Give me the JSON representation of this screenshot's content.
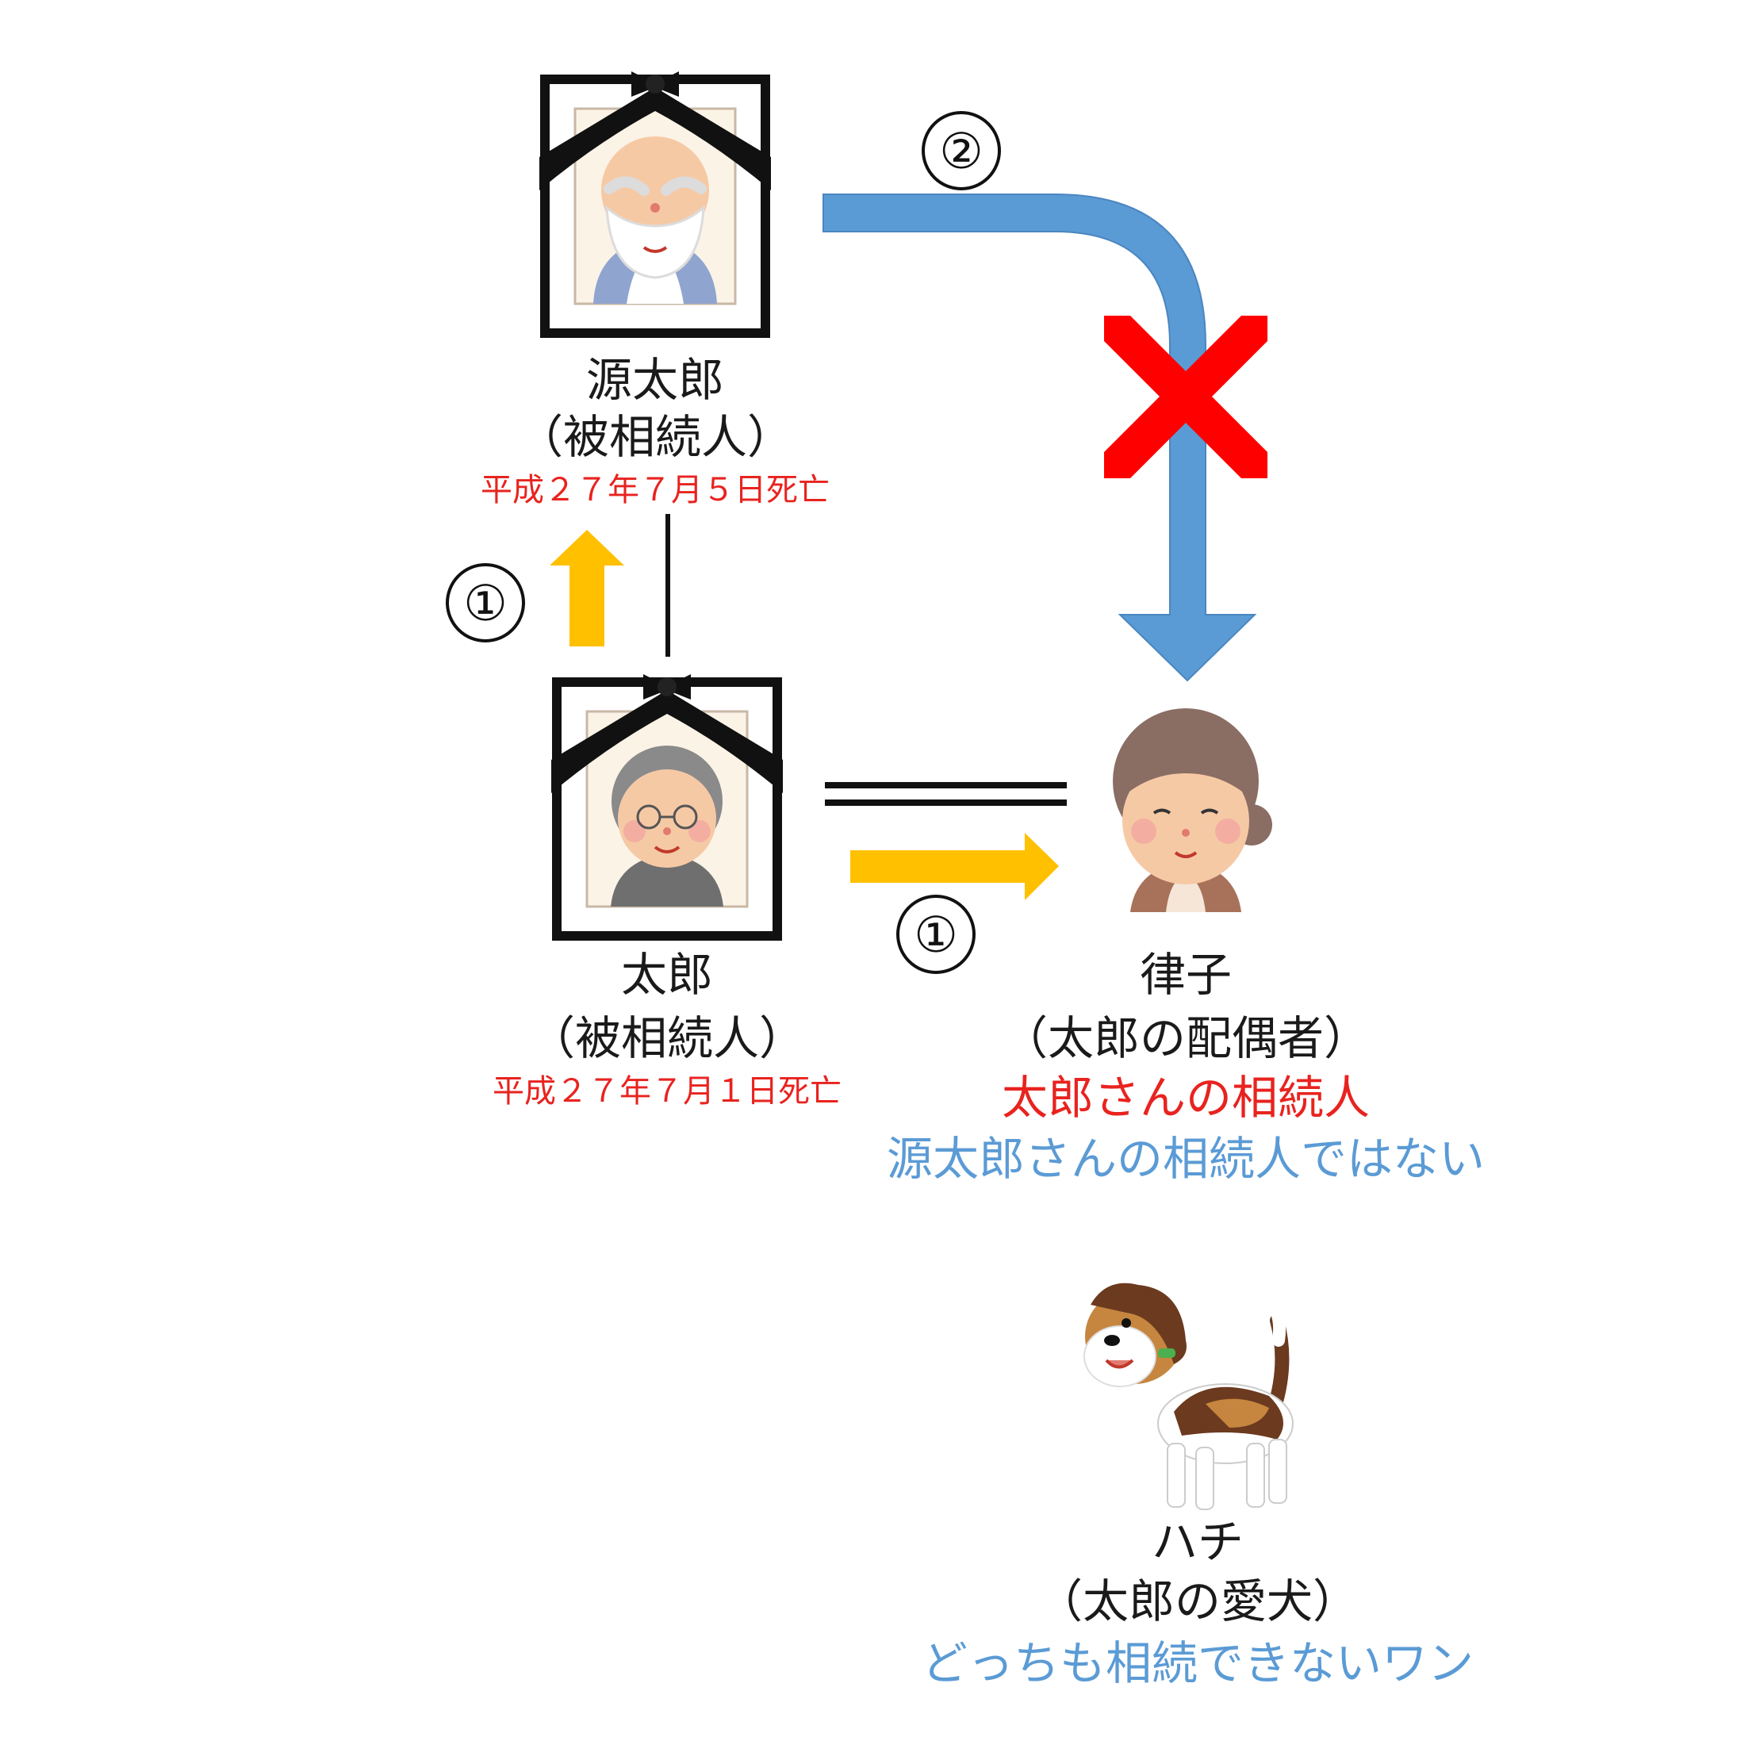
{
  "people": {
    "gentaro": {
      "name": "源太郎",
      "role": "（被相続人）",
      "death": "平成２７年７月５日死亡"
    },
    "taro": {
      "name": "太郎",
      "role": "（被相続人）",
      "death": "平成２７年７月１日死亡"
    },
    "ritsuko": {
      "name": "律子",
      "role": "（太郎の配偶者）",
      "status_yes": "太郎さんの相続人",
      "status_no": "源太郎さんの相続人ではない"
    },
    "hachi": {
      "name": "ハチ",
      "role": "（太郎の愛犬）",
      "status": "どっちも相続できないワン"
    }
  },
  "steps": {
    "one_up": "①",
    "one_right": "①",
    "two": "②"
  },
  "colors": {
    "yellow_arrow": "#ffc000",
    "blue_arrow": "#5b9bd5",
    "cross": "#ff0000",
    "death_text": "#e8231f",
    "blue_text": "#5b9bd5"
  }
}
